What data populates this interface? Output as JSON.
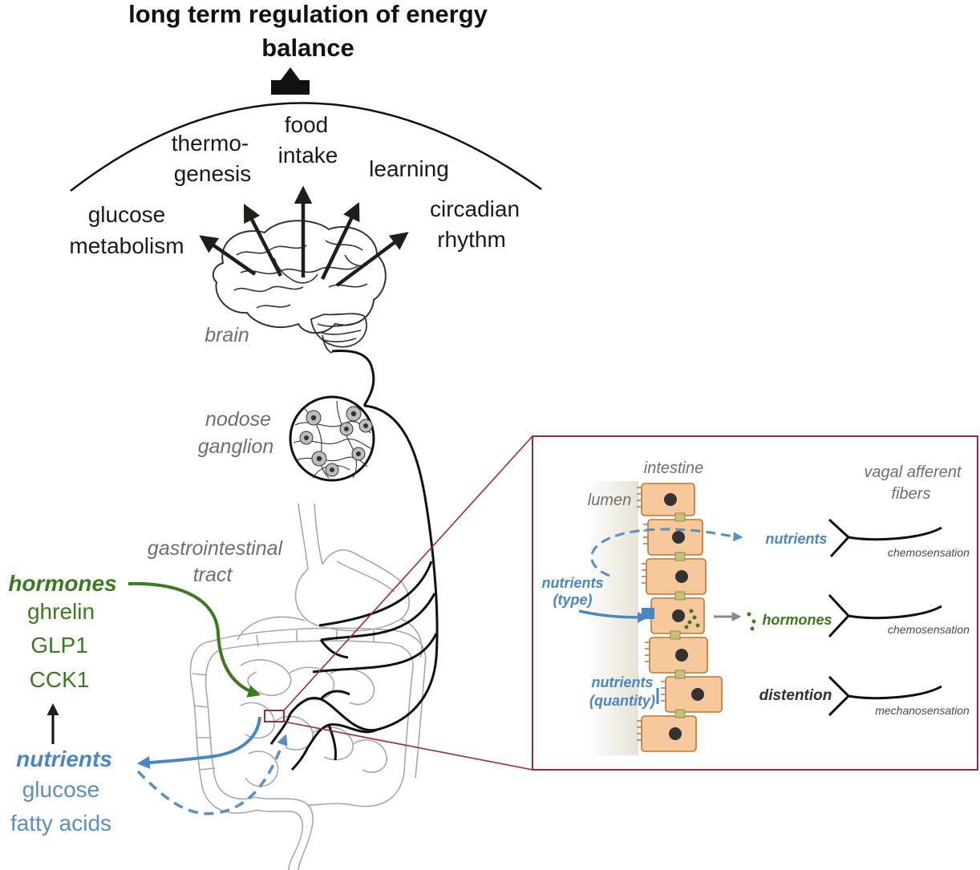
{
  "title": {
    "line1": "long term regulation of energy",
    "line2": "balance"
  },
  "functions": {
    "glucose_metabolism": [
      "glucose",
      "metabolism"
    ],
    "thermogenesis": [
      "thermo-",
      "genesis"
    ],
    "food_intake": [
      "food",
      "intake"
    ],
    "learning": "learning",
    "circadian_rhythm": [
      "circadian",
      "rhythm"
    ]
  },
  "labels": {
    "brain": "brain",
    "nodose_ganglion": [
      "nodose",
      "ganglion"
    ],
    "gi_tract": [
      "gastrointestinal",
      "tract"
    ]
  },
  "hormones": {
    "heading": "hormones",
    "items": [
      "ghrelin",
      "GLP1",
      "CCK1"
    ]
  },
  "nutrients": {
    "heading": "nutrients",
    "items": [
      "glucose",
      "fatty acids"
    ]
  },
  "inset": {
    "intestine": "intestine",
    "lumen": "lumen",
    "vagal": [
      "vagal afferent",
      "fibers"
    ],
    "nutrients_type": [
      "nutrients",
      "(type)"
    ],
    "nutrients_quantity": [
      "nutrients",
      "(quantity)"
    ],
    "nutrients_signal": "nutrients",
    "hormones_signal": "hormones",
    "distention": "distention",
    "chemosensation_1": "chemosensation",
    "chemosensation_2": "chemosensation",
    "mechanosensation": "mechanosensation"
  },
  "colors": {
    "hormone_green": "#3c7a1f",
    "nutrient_blue": "#4a86c2",
    "inset_border": "#9e2a40",
    "cell_fill": "#f6c89b",
    "cell_stroke": "#c0742f"
  }
}
